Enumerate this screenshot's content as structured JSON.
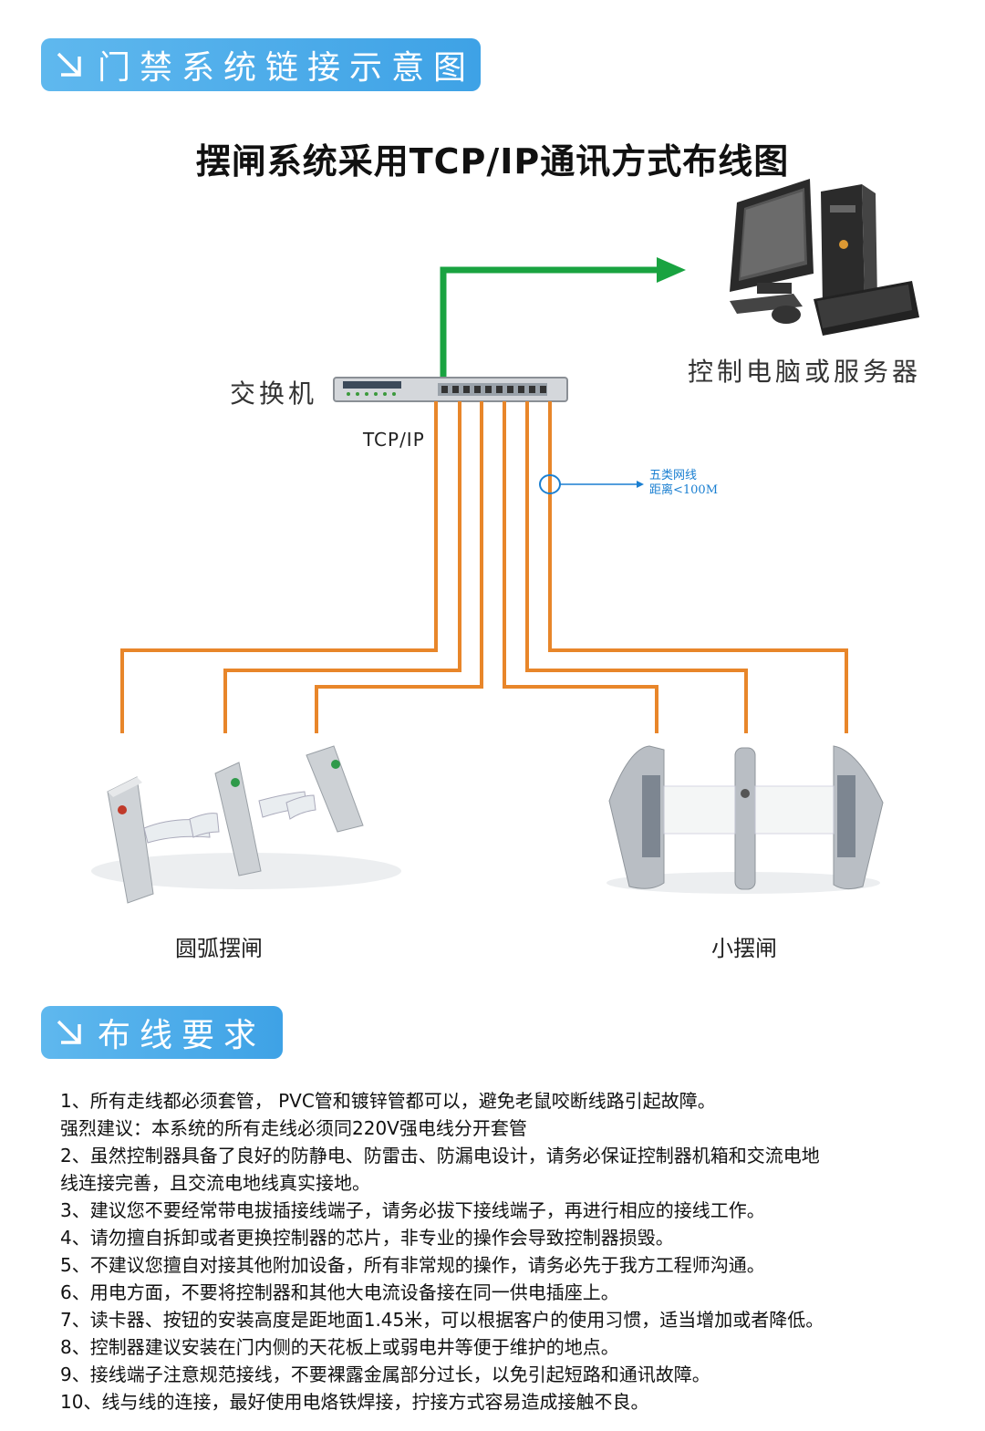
{
  "banner_top": {
    "title": "门禁系统链接示意图",
    "icon": "arrow-down-right-icon"
  },
  "diagram": {
    "title": "摆闸系统采用TCP/IP通讯方式布线图",
    "switch_label": "交换机",
    "pc_label": "控制电脑或服务器",
    "protocol_label": "TCP/IP",
    "cable_note": {
      "line1": "五类网线",
      "line2": "距离<100M"
    },
    "gate_left_label": "圆弧摆闸",
    "gate_right_label": "小摆闸",
    "colors": {
      "uplink": "#19a340",
      "cable": "#e8862a",
      "note": "#1a7fd1",
      "banner": "#47a8ea"
    }
  },
  "banner_bottom": {
    "title": "布线要求",
    "icon": "arrow-down-right-icon"
  },
  "requirements": [
    "1、所有走线都必须套管， PVC管和镀锌管都可以，避免老鼠咬断线路引起故障。",
    "强烈建议：本系统的所有走线必须同220V强电线分开套管",
    "2、虽然控制器具备了良好的防静电、防雷击、防漏电设计，请务必保证控制器机箱和交流电地",
    "线连接完善，且交流电地线真实接地。",
    "3、建议您不要经常带电拔插接线端子，请务必拔下接线端子，再进行相应的接线工作。",
    "4、请勿擅自拆卸或者更换控制器的芯片，非专业的操作会导致控制器损毁。",
    "5、不建议您擅自对接其他附加设备，所有非常规的操作，请务必先于我方工程师沟通。",
    "6、用电方面，不要将控制器和其他大电流设备接在同一供电插座上。",
    "7、读卡器、按钮的安装高度是距地面1.45米，可以根据客户的使用习惯，适当增加或者降低。",
    "8、控制器建议安装在门内侧的天花板上或弱电井等便于维护的地点。",
    "9、接线端子注意规范接线，不要裸露金属部分过长，以免引起短路和通讯故障。",
    "10、线与线的连接，最好使用电烙铁焊接，拧接方式容易造成接触不良。"
  ]
}
